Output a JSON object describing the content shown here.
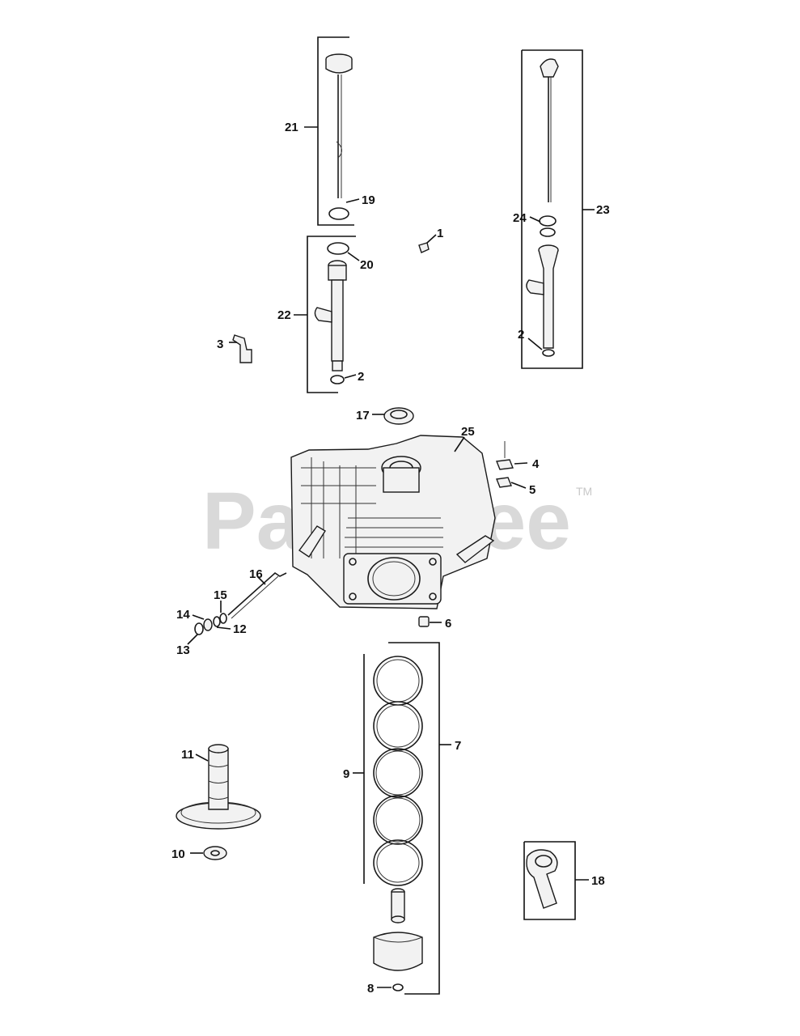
{
  "watermark": {
    "text": "PartsTree",
    "trademark": "TM"
  },
  "colors": {
    "lines": "#111111",
    "watermark": "#d9d9d9",
    "background": "#ffffff"
  },
  "callouts": {
    "c1": "1",
    "c2a": "2",
    "c2b": "2",
    "c3": "3",
    "c4": "4",
    "c5": "5",
    "c6": "6",
    "c7": "7",
    "c8": "8",
    "c9": "9",
    "c10": "10",
    "c11": "11",
    "c12": "12",
    "c13": "13",
    "c14": "14",
    "c15": "15",
    "c16": "16",
    "c17": "17",
    "c18": "18",
    "c19": "19",
    "c20": "20",
    "c21": "21",
    "c22": "22",
    "c23": "23",
    "c24": "24",
    "c25": "25"
  }
}
